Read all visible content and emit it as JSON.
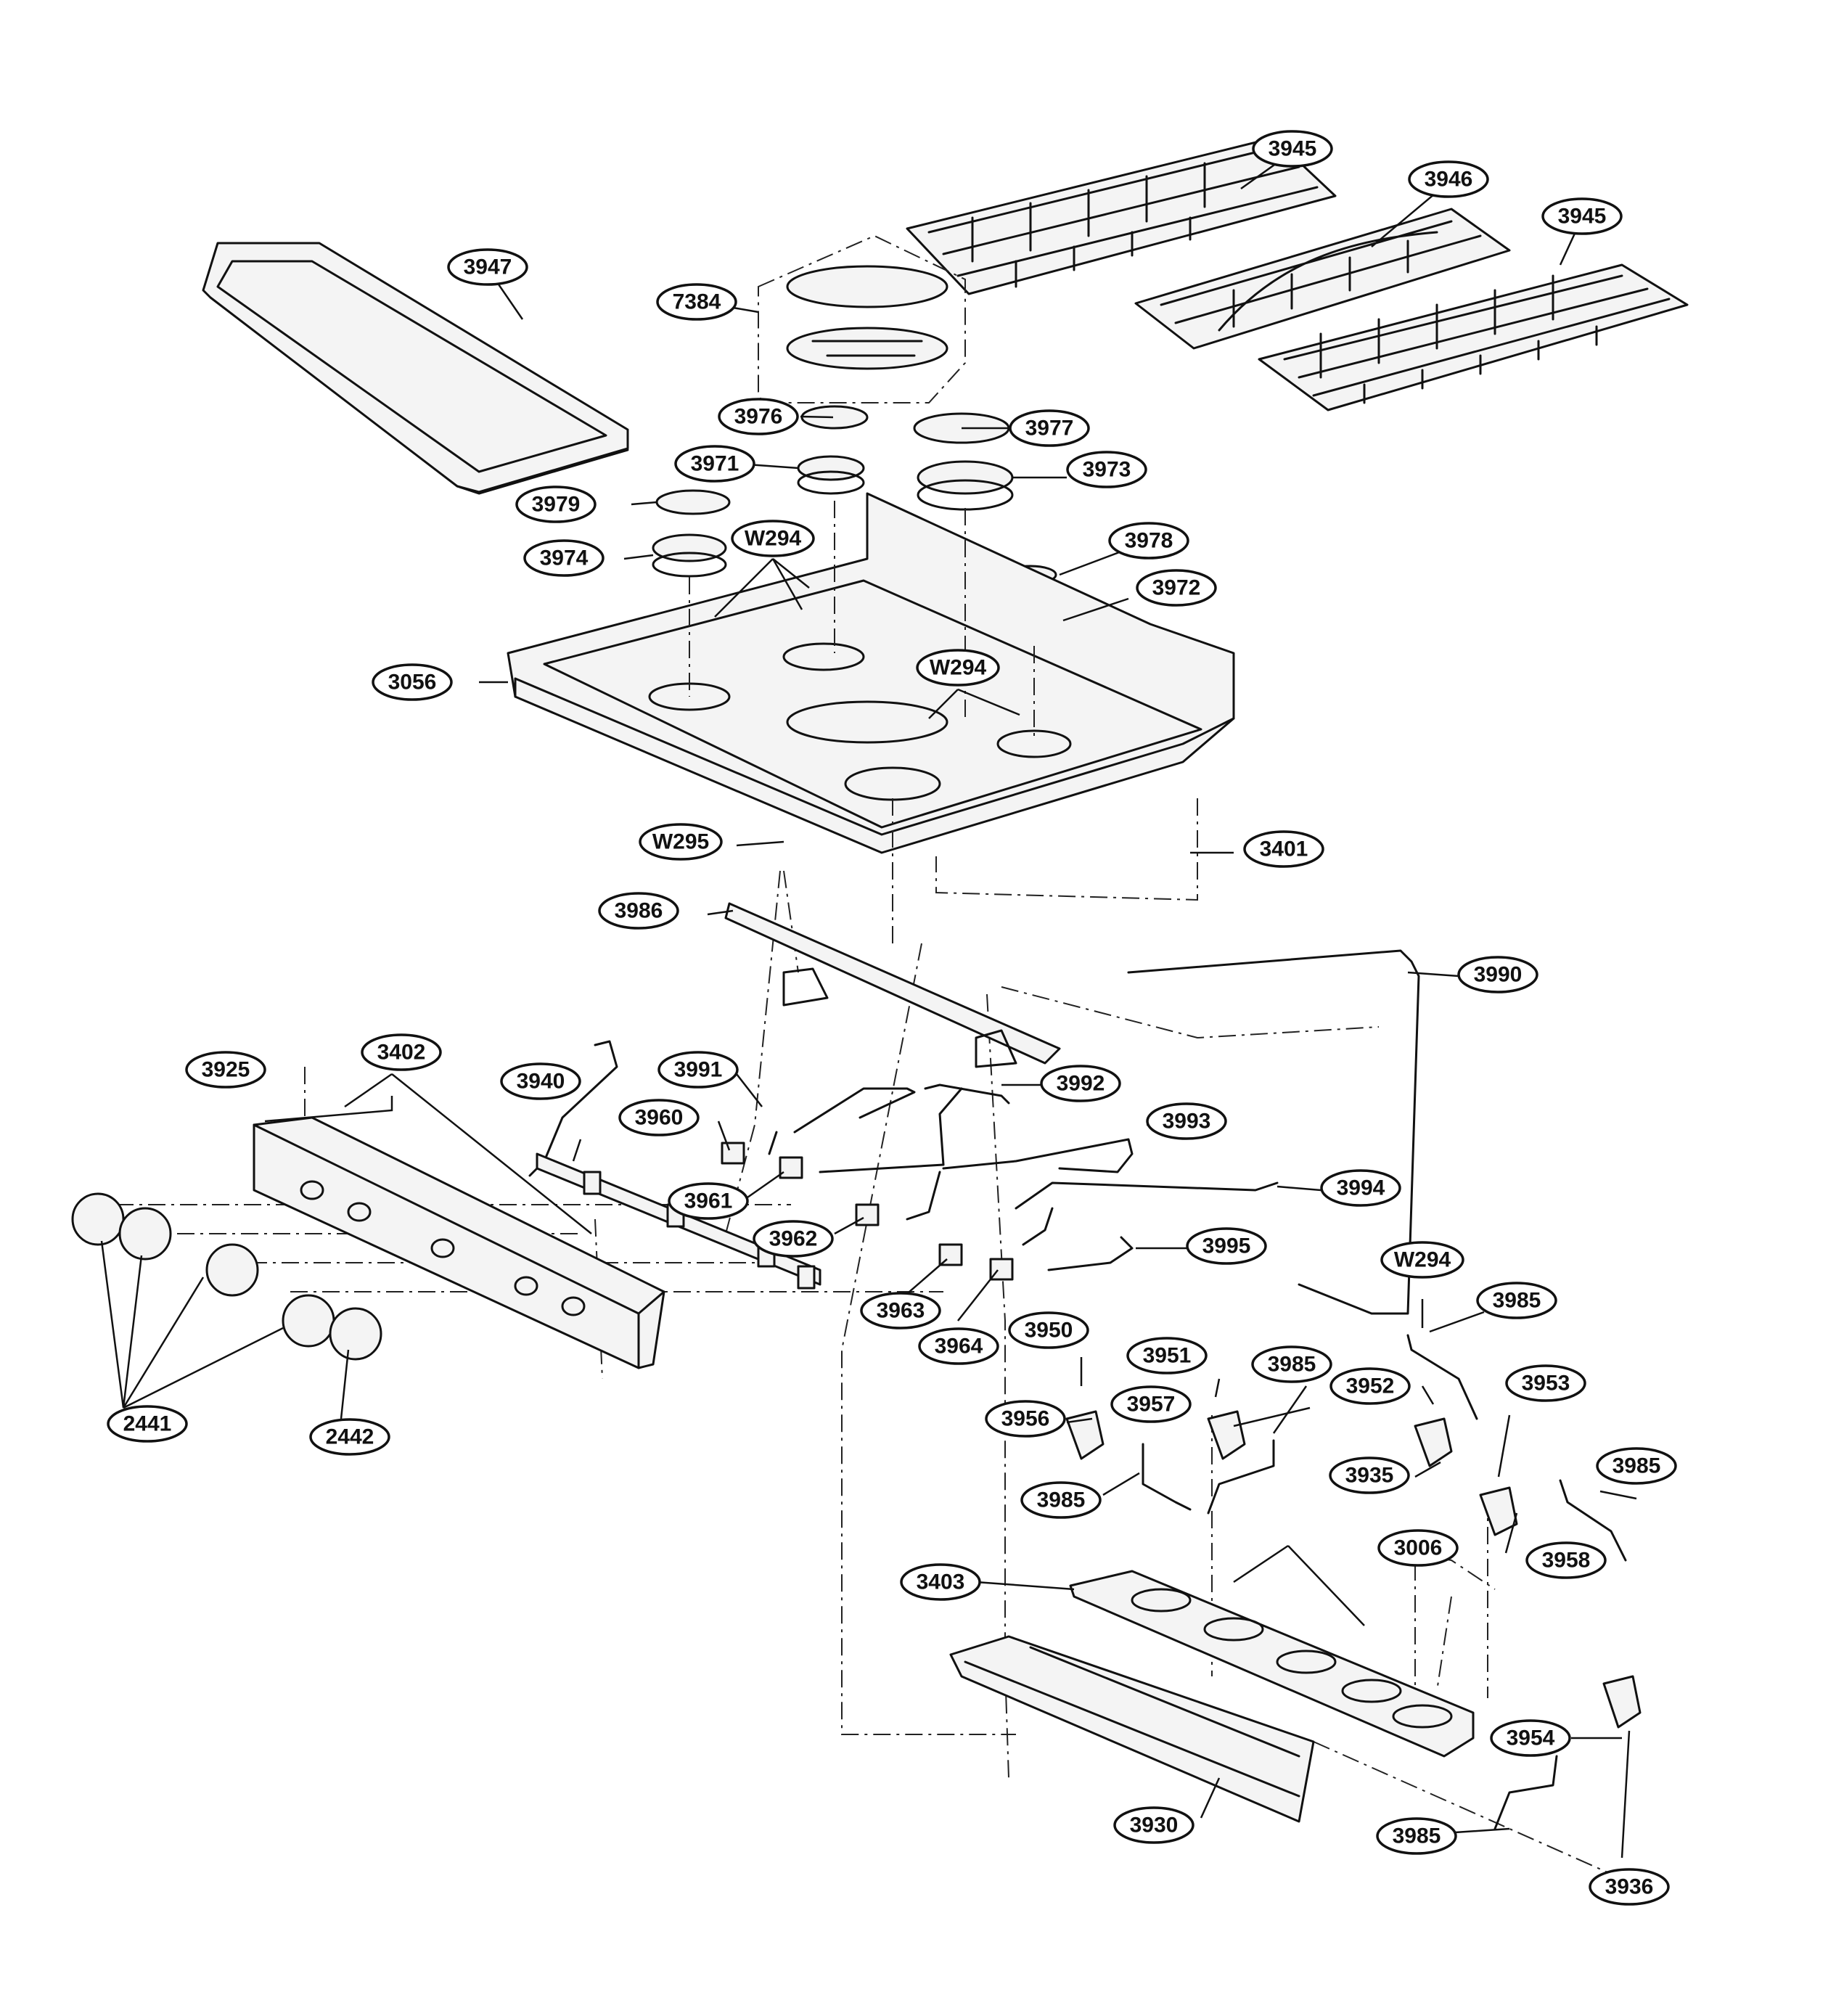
{
  "callouts": [
    {
      "id": "c-3945a",
      "text": "3945"
    },
    {
      "id": "c-3946",
      "text": "3946"
    },
    {
      "id": "c-3945b",
      "text": "3945"
    },
    {
      "id": "c-3947",
      "text": "3947"
    },
    {
      "id": "c-7384",
      "text": "7384"
    },
    {
      "id": "c-3976",
      "text": "3976"
    },
    {
      "id": "c-3977",
      "text": "3977"
    },
    {
      "id": "c-3971",
      "text": "3971"
    },
    {
      "id": "c-3973",
      "text": "3973"
    },
    {
      "id": "c-3979",
      "text": "3979"
    },
    {
      "id": "c-3974",
      "text": "3974"
    },
    {
      "id": "c-w294a",
      "text": "W294"
    },
    {
      "id": "c-3978",
      "text": "3978"
    },
    {
      "id": "c-3972",
      "text": "3972"
    },
    {
      "id": "c-3056",
      "text": "3056"
    },
    {
      "id": "c-w294b",
      "text": "W294"
    },
    {
      "id": "c-w295",
      "text": "W295"
    },
    {
      "id": "c-3401",
      "text": "3401"
    },
    {
      "id": "c-3986",
      "text": "3986"
    },
    {
      "id": "c-3990",
      "text": "3990"
    },
    {
      "id": "c-3925",
      "text": "3925"
    },
    {
      "id": "c-3402",
      "text": "3402"
    },
    {
      "id": "c-3940",
      "text": "3940"
    },
    {
      "id": "c-3991",
      "text": "3991"
    },
    {
      "id": "c-3992",
      "text": "3992"
    },
    {
      "id": "c-3960",
      "text": "3960"
    },
    {
      "id": "c-3993",
      "text": "3993"
    },
    {
      "id": "c-3961",
      "text": "3961"
    },
    {
      "id": "c-3994",
      "text": "3994"
    },
    {
      "id": "c-3962",
      "text": "3962"
    },
    {
      "id": "c-3995",
      "text": "3995"
    },
    {
      "id": "c-w294c",
      "text": "W294"
    },
    {
      "id": "c-3985a",
      "text": "3985"
    },
    {
      "id": "c-3963",
      "text": "3963"
    },
    {
      "id": "c-3964",
      "text": "3964"
    },
    {
      "id": "c-3950",
      "text": "3950"
    },
    {
      "id": "c-3951",
      "text": "3951"
    },
    {
      "id": "c-3985b",
      "text": "3985"
    },
    {
      "id": "c-3952",
      "text": "3952"
    },
    {
      "id": "c-3953",
      "text": "3953"
    },
    {
      "id": "c-3956",
      "text": "3956"
    },
    {
      "id": "c-3957",
      "text": "3957"
    },
    {
      "id": "c-3935",
      "text": "3935"
    },
    {
      "id": "c-3985c",
      "text": "3985"
    },
    {
      "id": "c-3985d",
      "text": "3985"
    },
    {
      "id": "c-3958",
      "text": "3958"
    },
    {
      "id": "c-2441",
      "text": "2441"
    },
    {
      "id": "c-2442",
      "text": "2442"
    },
    {
      "id": "c-3006",
      "text": "3006"
    },
    {
      "id": "c-3403",
      "text": "3403"
    },
    {
      "id": "c-3954",
      "text": "3954"
    },
    {
      "id": "c-3930",
      "text": "3930"
    },
    {
      "id": "c-3985e",
      "text": "3985"
    },
    {
      "id": "c-3936",
      "text": "3936"
    }
  ]
}
